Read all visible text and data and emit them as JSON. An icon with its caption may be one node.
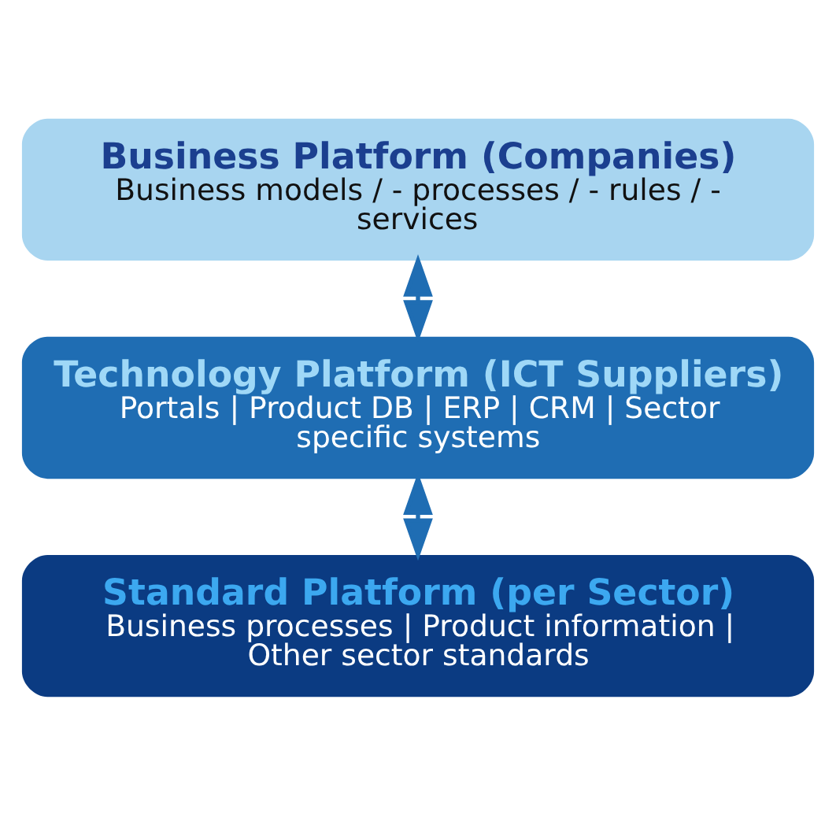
{
  "diagram": {
    "nodes": [
      {
        "text": [
          "Business Platform (Companies)",
          "Business models / - processes / - rules / - services"
        ]
      },
      {
        "text": [
          "Technology Platform (ICT Suppliers)",
          "Portals | Product DB | ERP | CRM | Sector specific systems"
        ]
      },
      {
        "text": [
          "Standard Platform (per Sector)",
          "Business processes | Product information | Other sector standards"
        ]
      }
    ],
    "edges": [
      {
        "from": 0,
        "to": 1,
        "arrow": "both"
      },
      {
        "from": 1,
        "to": 2,
        "arrow": "both"
      }
    ]
  }
}
